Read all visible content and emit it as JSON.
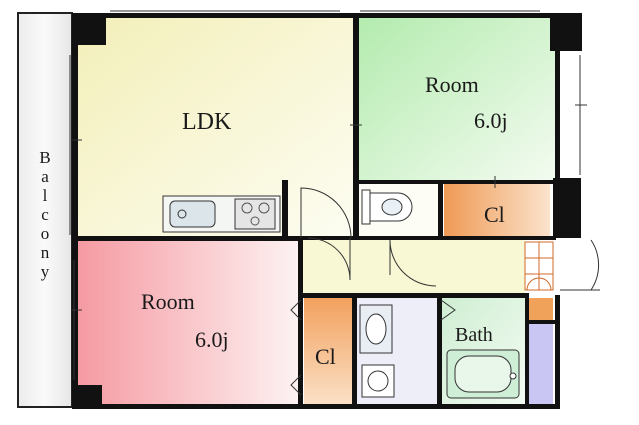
{
  "rooms": {
    "ldk": {
      "name": "LDK"
    },
    "room_ne": {
      "name": "Room",
      "size": "6.0j"
    },
    "room_sw": {
      "name": "Room",
      "size": "6.0j"
    },
    "closet_ne": {
      "name": "Cl"
    },
    "closet_sw": {
      "name": "Cl"
    },
    "bath": {
      "name": "Bath"
    }
  },
  "balcony": {
    "label": "Balcony"
  },
  "colors": {
    "ldk": "#f6f3c4",
    "room_ne": "#b6edb1",
    "room_sw": "#f6a6ab",
    "closet": "#f2a566",
    "bath": "#c8c6f4",
    "hall": "#f7f7cf",
    "wall": "#111111"
  }
}
